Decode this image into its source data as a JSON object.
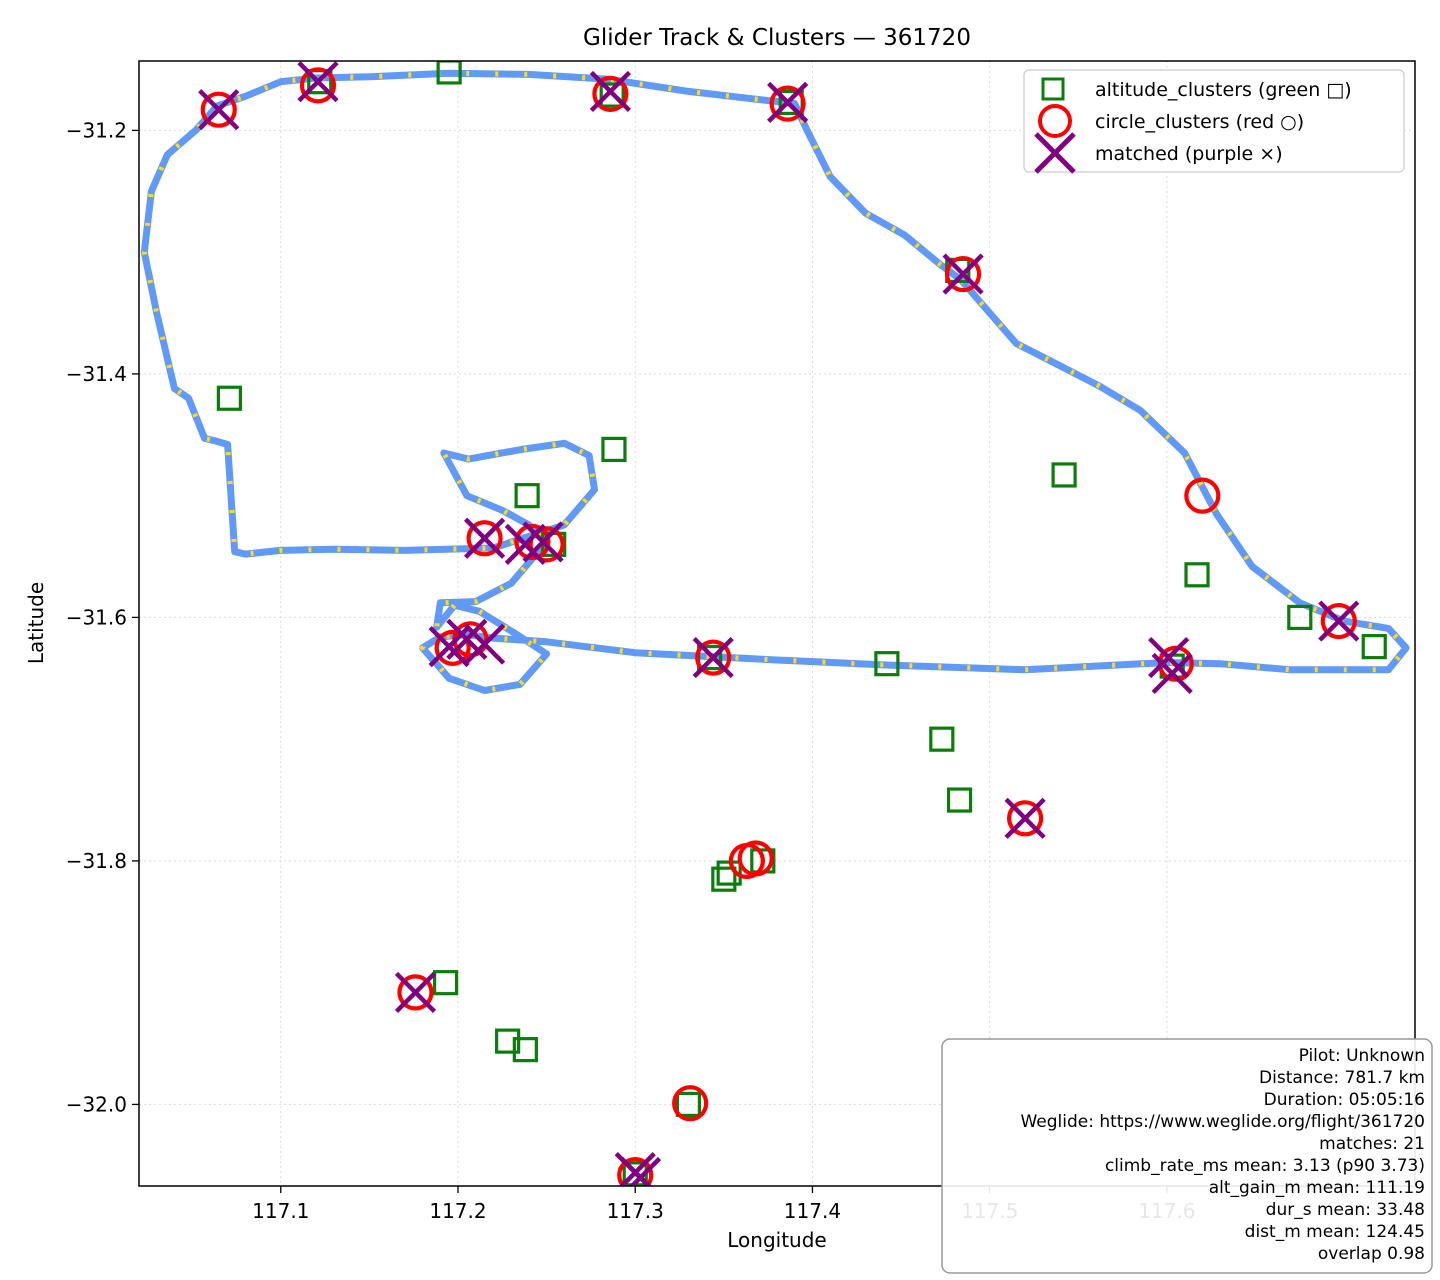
{
  "chart_data": {
    "type": "scatter",
    "title": "Glider Track & Clusters — 361720",
    "xlabel": "Longitude",
    "ylabel": "Latitude",
    "xlim": [
      117.02,
      117.74
    ],
    "ylim": [
      -32.067,
      -31.143
    ],
    "xticks": [
      117.1,
      117.2,
      117.3,
      117.4,
      117.5,
      117.6
    ],
    "xtick_labels": [
      "117.1",
      "117.2",
      "117.3",
      "117.4",
      "117.5",
      "117.6"
    ],
    "yticks": [
      -31.2,
      -31.4,
      -31.6,
      -31.8,
      -32.0
    ],
    "ytick_labels": [
      "−31.2",
      "−31.4",
      "−31.6",
      "−31.8",
      "−32.0"
    ],
    "grid": true,
    "legend_position": "top-right",
    "colors": {
      "track": "#6199f7",
      "track_dots": "#ffd91a",
      "altitude": "#0b7d0b",
      "circle": "#ff0000",
      "matched": "#800080"
    },
    "track": {
      "lon": [
        117.064,
        117.08,
        117.1,
        117.12,
        117.15,
        117.195,
        117.24,
        117.285,
        117.33,
        117.39,
        117.397,
        117.41,
        117.43,
        117.452,
        117.472,
        117.484,
        117.5,
        117.515,
        117.538,
        117.562,
        117.585,
        117.61,
        117.628,
        117.648,
        117.675,
        117.7,
        117.725,
        117.735,
        117.725,
        117.67,
        117.63,
        117.6,
        117.52,
        117.44,
        117.38,
        117.34,
        117.3,
        117.25,
        117.22,
        117.205,
        117.19,
        117.18,
        117.195,
        117.215,
        117.235,
        117.25,
        117.232,
        117.212,
        117.198,
        117.188,
        117.19,
        117.21,
        117.23,
        117.25,
        117.24,
        117.225,
        117.205,
        117.192,
        117.206,
        117.236,
        117.26,
        117.274,
        117.277,
        117.26,
        117.22,
        117.17,
        117.13,
        117.1,
        117.08,
        117.074,
        117.07,
        117.063,
        117.057,
        117.048,
        117.04,
        117.03,
        117.023,
        117.027,
        117.036,
        117.052,
        117.064
      ],
      "lat": [
        -31.18,
        -31.172,
        -31.16,
        -31.157,
        -31.156,
        -31.153,
        -31.154,
        -31.158,
        -31.168,
        -31.178,
        -31.2,
        -31.238,
        -31.268,
        -31.286,
        -31.31,
        -31.323,
        -31.35,
        -31.375,
        -31.392,
        -31.41,
        -31.43,
        -31.465,
        -31.515,
        -31.558,
        -31.588,
        -31.603,
        -31.609,
        -31.625,
        -31.643,
        -31.643,
        -31.638,
        -31.637,
        -31.643,
        -31.639,
        -31.635,
        -31.632,
        -31.629,
        -31.62,
        -31.617,
        -31.614,
        -31.616,
        -31.625,
        -31.65,
        -31.66,
        -31.655,
        -31.63,
        -31.613,
        -31.595,
        -31.59,
        -31.608,
        -31.588,
        -31.587,
        -31.572,
        -31.538,
        -31.524,
        -31.512,
        -31.5,
        -31.465,
        -31.47,
        -31.462,
        -31.457,
        -31.467,
        -31.495,
        -31.524,
        -31.543,
        -31.545,
        -31.544,
        -31.545,
        -31.548,
        -31.546,
        -31.458,
        -31.455,
        -31.453,
        -31.42,
        -31.412,
        -31.35,
        -31.3,
        -31.25,
        -31.22,
        -31.2,
        -31.18
      ]
    },
    "series": [
      {
        "name": "altitude_clusters (green □)",
        "marker": "square",
        "x": [
          117.122,
          117.195,
          117.287,
          117.388,
          117.482,
          117.071,
          117.288,
          117.542,
          117.239,
          117.254,
          117.617,
          117.675,
          117.717,
          117.442,
          117.342,
          117.603,
          117.473,
          117.483,
          117.372,
          117.353,
          117.35,
          117.193,
          117.228,
          117.238,
          117.33,
          117.3
        ],
        "y": [
          -31.16,
          -31.152,
          -31.171,
          -31.177,
          -31.315,
          -31.42,
          -31.462,
          -31.483,
          -31.5,
          -31.54,
          -31.565,
          -31.6,
          -31.624,
          -31.638,
          -31.633,
          -31.64,
          -31.7,
          -31.75,
          -31.8,
          -31.81,
          -31.815,
          -31.9,
          -31.948,
          -31.955,
          -32.0,
          -32.057
        ]
      },
      {
        "name": "circle_clusters (red ○)",
        "marker": "circle",
        "x": [
          117.065,
          117.121,
          117.286,
          117.386,
          117.485,
          117.62,
          117.215,
          117.242,
          117.25,
          117.197,
          117.207,
          117.344,
          117.605,
          117.697,
          117.52,
          117.368,
          117.363,
          117.176,
          117.331,
          117.3
        ],
        "y": [
          -31.183,
          -31.163,
          -31.17,
          -31.178,
          -31.318,
          -31.5,
          -31.535,
          -31.538,
          -31.54,
          -31.625,
          -31.618,
          -31.633,
          -31.638,
          -31.603,
          -31.765,
          -31.798,
          -31.8,
          -31.908,
          -31.999,
          -32.058
        ]
      },
      {
        "name": "matched (purple ×)",
        "marker": "x",
        "x": [
          117.065,
          117.121,
          117.286,
          117.386,
          117.485,
          117.215,
          117.238,
          117.248,
          117.195,
          117.205,
          117.215,
          117.344,
          117.601,
          117.603,
          117.697,
          117.52,
          117.176,
          117.3,
          117.303
        ],
        "y": [
          -31.183,
          -31.16,
          -31.168,
          -31.177,
          -31.318,
          -31.535,
          -31.54,
          -31.538,
          -31.624,
          -31.618,
          -31.622,
          -31.633,
          -31.633,
          -31.646,
          -31.603,
          -31.765,
          -31.908,
          -32.056,
          -32.06
        ]
      }
    ],
    "info_box": {
      "position": "bottom-right",
      "lines": [
        "Pilot: Unknown",
        "Distance: 781.7 km",
        "Duration: 05:05:16",
        "Weglide: https://www.weglide.org/flight/361720",
        "matches: 21",
        "climb_rate_ms mean: 3.13 (p90 3.73)",
        "alt_gain_m mean: 111.19",
        "dur_s mean: 33.48",
        "dist_m mean: 124.45",
        "overlap 0.98"
      ]
    }
  }
}
